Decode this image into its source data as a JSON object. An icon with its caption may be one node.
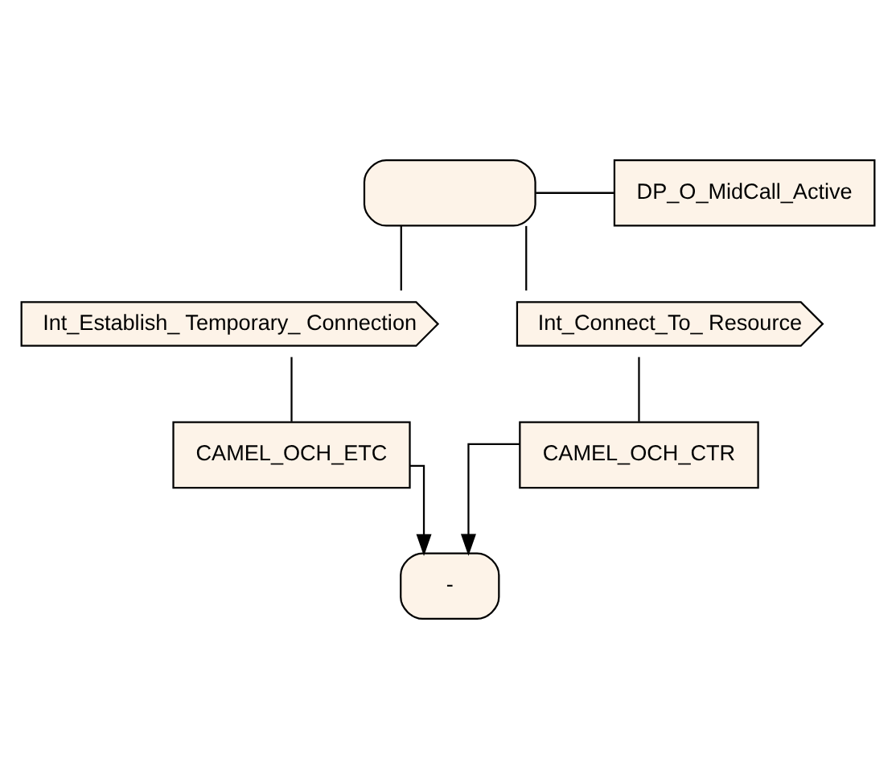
{
  "diagram": {
    "nodes": [
      {
        "text": [],
        "shape": "box"
      },
      {
        "text": [
          "DP_O_MidCall_Active"
        ]
      },
      {
        "text": [
          "Int_Establish_ Temporary_ Connection"
        ]
      },
      {
        "text": [
          "Int_Connect_To_ Resource"
        ]
      },
      {
        "text": [
          "CAMEL_OCH_ETC"
        ]
      },
      {
        "text": [
          "CAMEL_OCH_CTR"
        ]
      },
      {
        "text": [
          "-"
        ]
      }
    ],
    "edges": [
      {
        "from": 0,
        "to": 1,
        "arrow": "none"
      },
      {
        "from": 0,
        "to": 2,
        "arrow": "none"
      },
      {
        "from": 0,
        "to": 3,
        "arrow": "none"
      },
      {
        "from": 2,
        "to": 4,
        "arrow": "none"
      },
      {
        "from": 3,
        "to": 5,
        "arrow": "none"
      },
      {
        "from": 4,
        "to": 6,
        "arrow": "to"
      },
      {
        "from": 5,
        "to": 6,
        "arrow": "to"
      }
    ]
  }
}
